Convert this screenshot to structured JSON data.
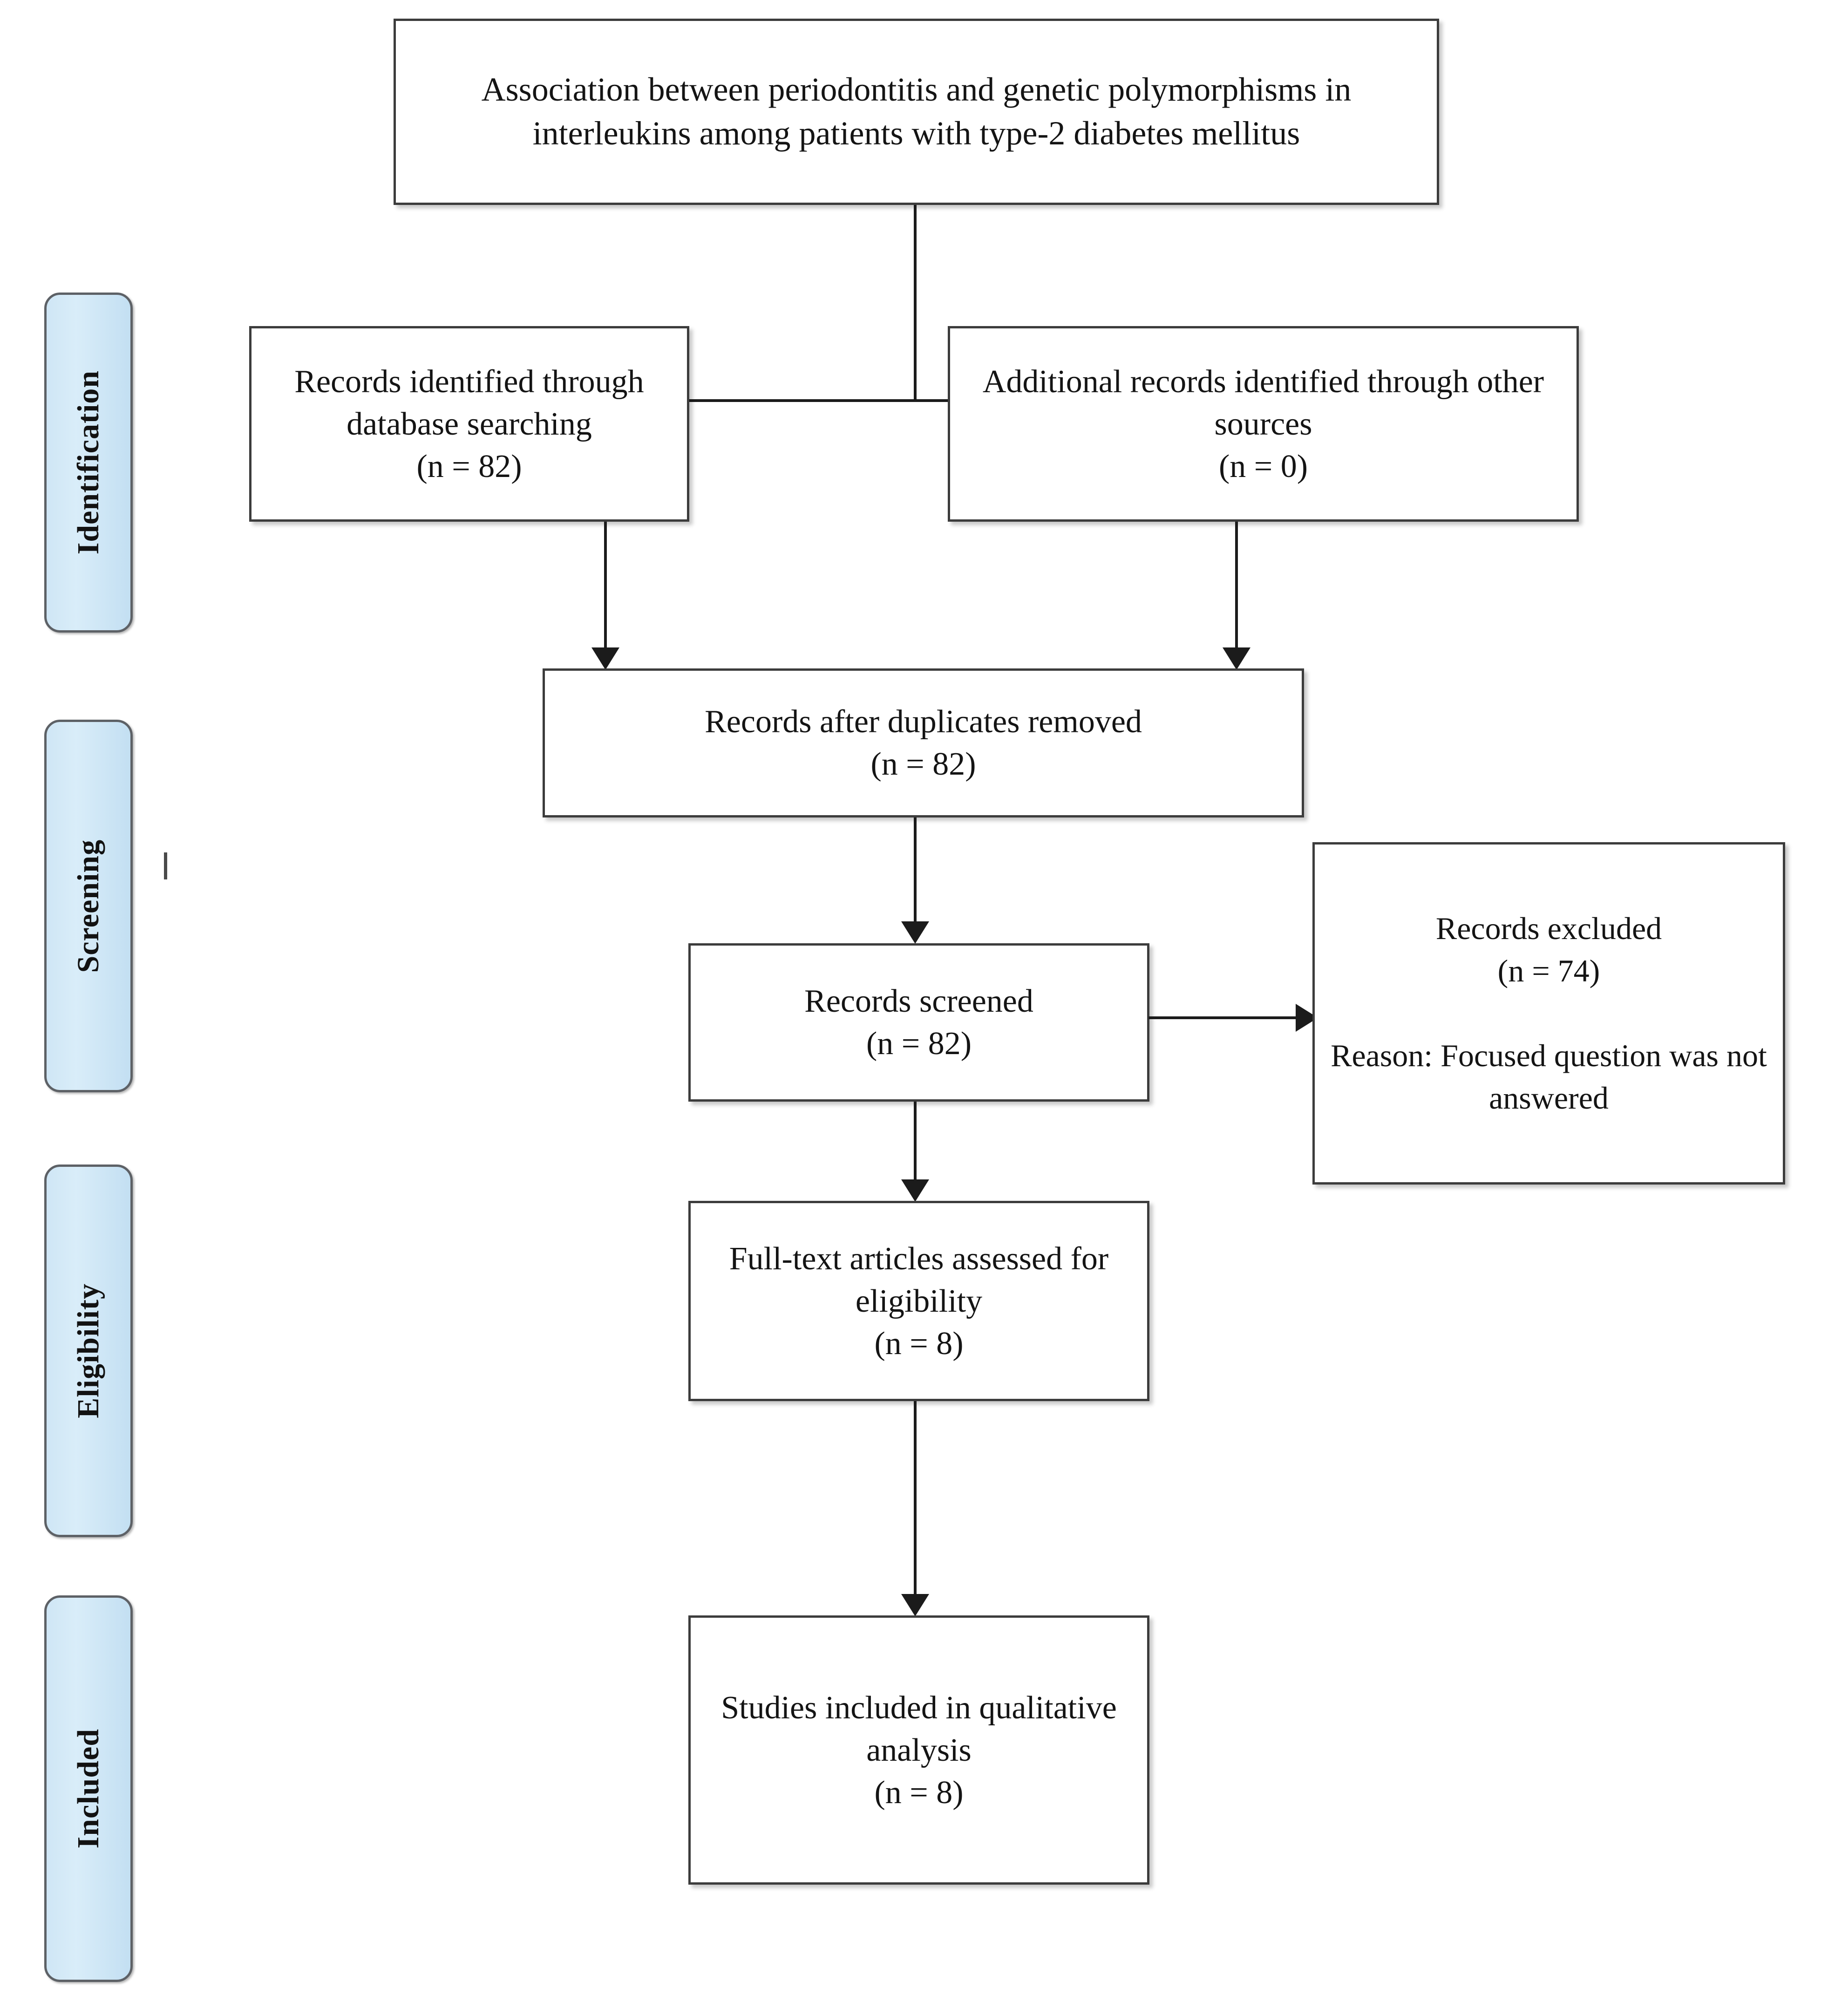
{
  "diagram": {
    "type": "prisma-flow-diagram",
    "stages": [
      {
        "id": "identification",
        "label": "Identification"
      },
      {
        "id": "screening",
        "label": "Screening"
      },
      {
        "id": "eligibility",
        "label": "Eligibility"
      },
      {
        "id": "included",
        "label": "Included"
      }
    ],
    "boxes": {
      "title": {
        "text": "Association between periodontitis and genetic polymorphisms in interleukins among patients with type-2 diabetes mellitus"
      },
      "database_search": {
        "text": "Records identified through database searching\n(n = 82)",
        "label": "Records identified through database searching",
        "n": 82
      },
      "other_sources": {
        "text": "Additional records identified through other sources\n(n = 0)",
        "label": "Additional records identified through other sources",
        "n": 0
      },
      "duplicates_removed": {
        "text": "Records after duplicates removed\n(n = 82)",
        "label": "Records after duplicates removed",
        "n": 82
      },
      "records_screened": {
        "text": "Records screened\n(n = 82)",
        "label": "Records screened",
        "n": 82
      },
      "records_excluded": {
        "text": "Records excluded\n(n = 74)\n\nReason: Focused question was not answered",
        "label": "Records excluded",
        "n": 74,
        "reason": "Reason: Focused question was not answered"
      },
      "full_text_assessed": {
        "text": "Full-text articles assessed for eligibility\n(n = 8)",
        "label": "Full-text articles assessed for eligibility",
        "n": 8
      },
      "studies_included": {
        "text": "Studies included in qualitative analysis\n(n = 8)",
        "label": "Studies included in qualitative analysis",
        "n": 8
      }
    },
    "colors": {
      "stage_tab_fill": "#d2e7f7",
      "stage_tab_border": "#5d6166",
      "box_border": "#3c3c3c",
      "box_fill": "#ffffff",
      "connector": "#1b1b1b",
      "text": "#141414"
    }
  }
}
